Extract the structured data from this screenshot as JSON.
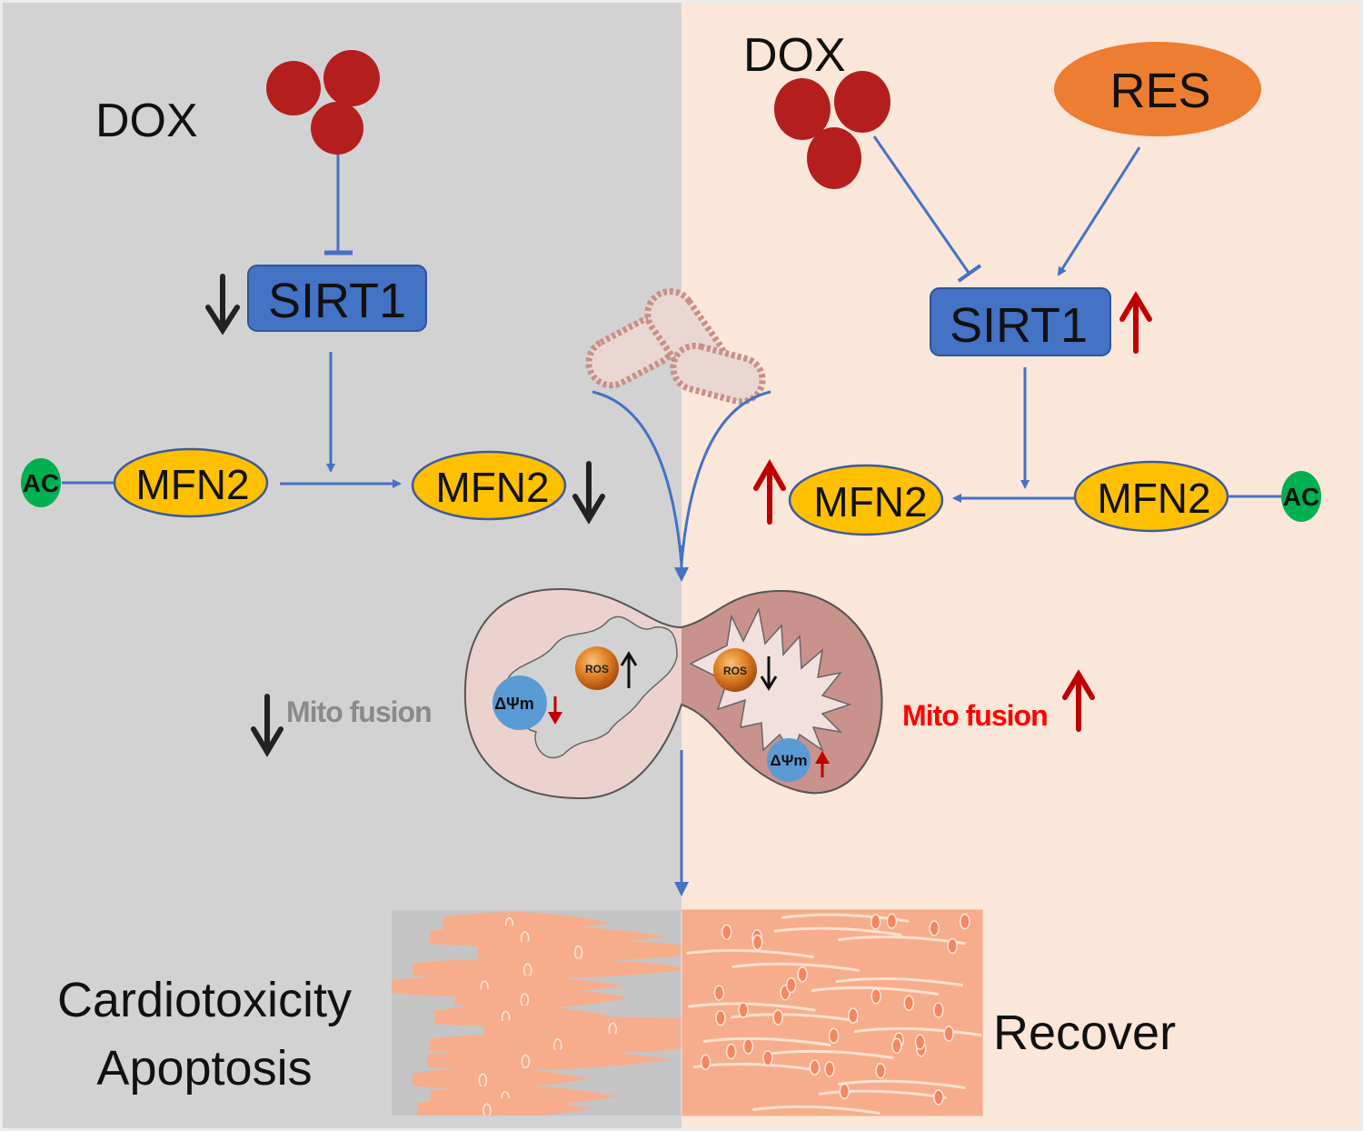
{
  "colors": {
    "left_bg": "#d3d2d2",
    "right_bg": "#fbe6da",
    "dox": "#b41f1e",
    "res": "#ed7d31",
    "sirt1": "#4472c4",
    "mfn2": "#ffc000",
    "ac": "#00b050",
    "arrow_blue": "#4472c4",
    "arrow_red": "#c00000",
    "arrow_black": "#222222",
    "ros": "#d9731e",
    "dpsi": "#5b9bd5",
    "mito_fill": "#e8cfcd",
    "mito_dark": "#c9928c",
    "tissue": "#f7ad8c",
    "mito_fusion_gray": "#8a8a8a",
    "mito_fusion_red": "#ff0000"
  },
  "left": {
    "condition": "DOX alone",
    "dox_label": "DOX",
    "sirt1_label": "SIRT1",
    "sirt1_change": "down",
    "ac_label": "AC",
    "mfn2_acetylated_label": "MFN2",
    "mfn2_label": "MFN2",
    "mfn2_change": "down",
    "mito_fusion_label": "Mito fusion",
    "mito_fusion_change": "down",
    "ros_label": "ROS",
    "ros_change": "up",
    "dpsi_label": "ΔΨm",
    "dpsi_change": "down",
    "outcome_line1": "Cardiotoxicity",
    "outcome_line2": "Apoptosis"
  },
  "right": {
    "condition": "DOX + RES",
    "dox_label": "DOX",
    "res_label": "RES",
    "sirt1_label": "SIRT1",
    "sirt1_change": "up",
    "ac_label": "AC",
    "mfn2_acetylated_label": "MFN2",
    "mfn2_label": "MFN2",
    "mfn2_change": "up",
    "mito_fusion_label": "Mito fusion",
    "mito_fusion_change": "up",
    "ros_label": "ROS",
    "ros_change": "down",
    "dpsi_label": "ΔΨm",
    "dpsi_change": "up",
    "outcome": "Recover"
  },
  "edges": [
    {
      "from": "DOX",
      "to": "SIRT1",
      "type": "inhibition",
      "side": "left"
    },
    {
      "from": "SIRT1",
      "to": "MFN2 deacetylation",
      "type": "activation",
      "side": "left"
    },
    {
      "from": "AC-MFN2",
      "to": "MFN2",
      "type": "activation",
      "side": "left"
    },
    {
      "from": "DOX",
      "to": "SIRT1",
      "type": "inhibition",
      "side": "right"
    },
    {
      "from": "RES",
      "to": "SIRT1",
      "type": "activation",
      "side": "right"
    },
    {
      "from": "SIRT1",
      "to": "MFN2 deacetylation",
      "type": "activation",
      "side": "right"
    },
    {
      "from": "AC-MFN2",
      "to": "MFN2",
      "type": "activation",
      "side": "right"
    },
    {
      "from": "mitochondria",
      "to": "mitochondrial fusion",
      "type": "activation",
      "side": "center"
    },
    {
      "from": "mitochondrial fusion",
      "to": "cardiomyocytes",
      "type": "activation",
      "side": "center"
    }
  ]
}
